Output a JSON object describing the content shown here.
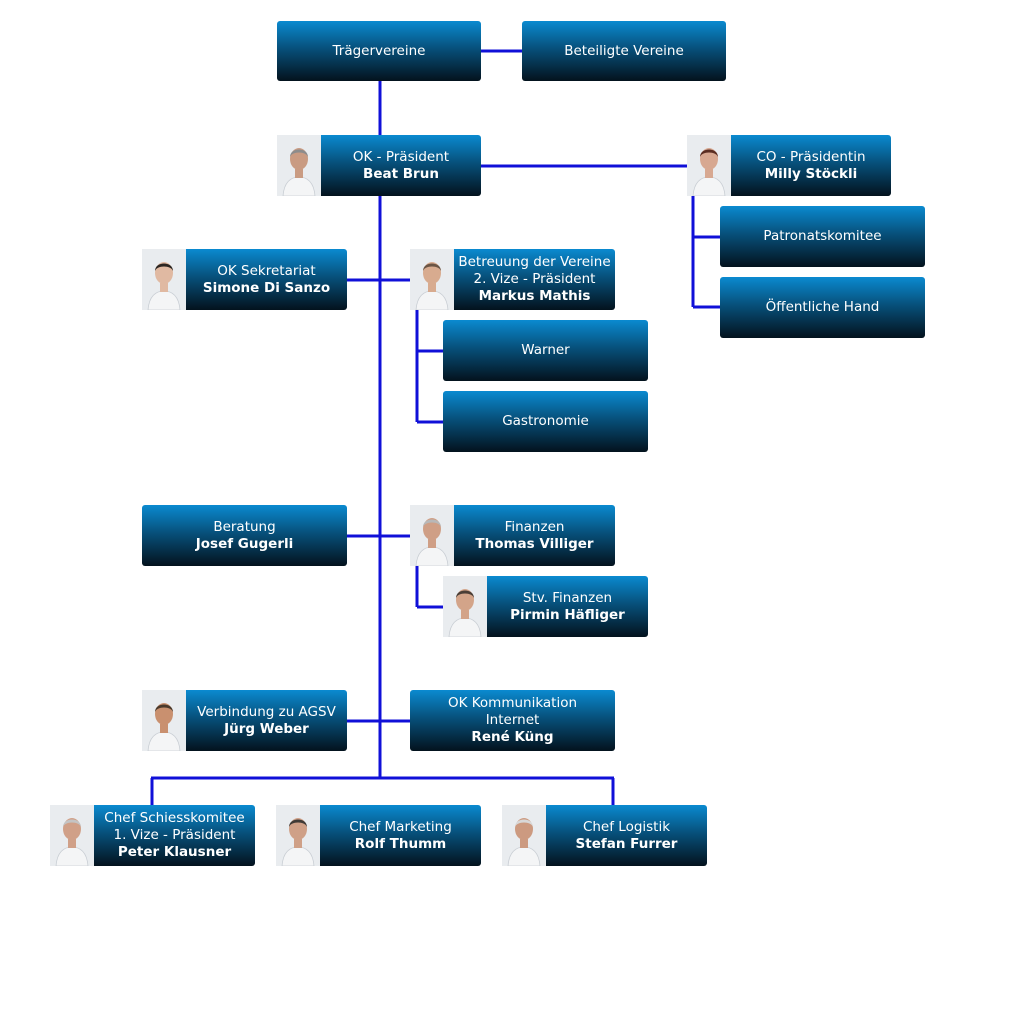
{
  "colors": {
    "connector": "#1010d8",
    "box_top": "#0a8ad0",
    "box_bottom": "#03121d",
    "text": "#ffffff"
  },
  "org": {
    "traegervereine": {
      "lines": [
        "Trägervereine"
      ]
    },
    "beteiligte": {
      "lines": [
        "Beteiligte Vereine"
      ]
    },
    "ok_praesident": {
      "lines": [
        "OK - Präsident"
      ],
      "name": "Beat Brun",
      "photo": "portrait"
    },
    "co_praesidentin": {
      "lines": [
        "CO - Präsidentin"
      ],
      "name": "Milly Stöckli",
      "photo": "portrait"
    },
    "patronatskomitee": {
      "lines": [
        "Patronatskomitee"
      ]
    },
    "oeffentliche_hand": {
      "lines": [
        "Öffentliche Hand"
      ]
    },
    "ok_sekretariat": {
      "lines": [
        "OK Sekretariat"
      ],
      "name": "Simone Di Sanzo",
      "photo": "portrait"
    },
    "betreuung": {
      "lines": [
        "Betreuung der Vereine",
        "2. Vize - Präsident"
      ],
      "name": "Markus Mathis",
      "photo": "portrait"
    },
    "warner": {
      "lines": [
        "Warner"
      ]
    },
    "gastronomie": {
      "lines": [
        "Gastronomie"
      ]
    },
    "beratung": {
      "lines": [
        "Beratung"
      ],
      "name": "Josef Gugerli"
    },
    "finanzen": {
      "lines": [
        "Finanzen"
      ],
      "name": "Thomas Villiger",
      "photo": "portrait"
    },
    "stv_finanzen": {
      "lines": [
        "Stv. Finanzen"
      ],
      "name": "Pirmin Häfliger",
      "photo": "portrait"
    },
    "agsv": {
      "lines": [
        "Verbindung zu AGSV"
      ],
      "name": "Jürg Weber",
      "photo": "portrait"
    },
    "kommunikation": {
      "lines": [
        "OK Kommunikation",
        "Internet"
      ],
      "name": "René Küng"
    },
    "schiesskomitee": {
      "lines": [
        "Chef Schiesskomitee",
        "1. Vize - Präsident"
      ],
      "name": "Peter Klausner",
      "photo": "portrait"
    },
    "marketing": {
      "lines": [
        "Chef Marketing"
      ],
      "name": "Rolf Thumm",
      "photo": "portrait"
    },
    "logistik": {
      "lines": [
        "Chef Logistik"
      ],
      "name": "Stefan Furrer",
      "photo": "portrait"
    }
  }
}
